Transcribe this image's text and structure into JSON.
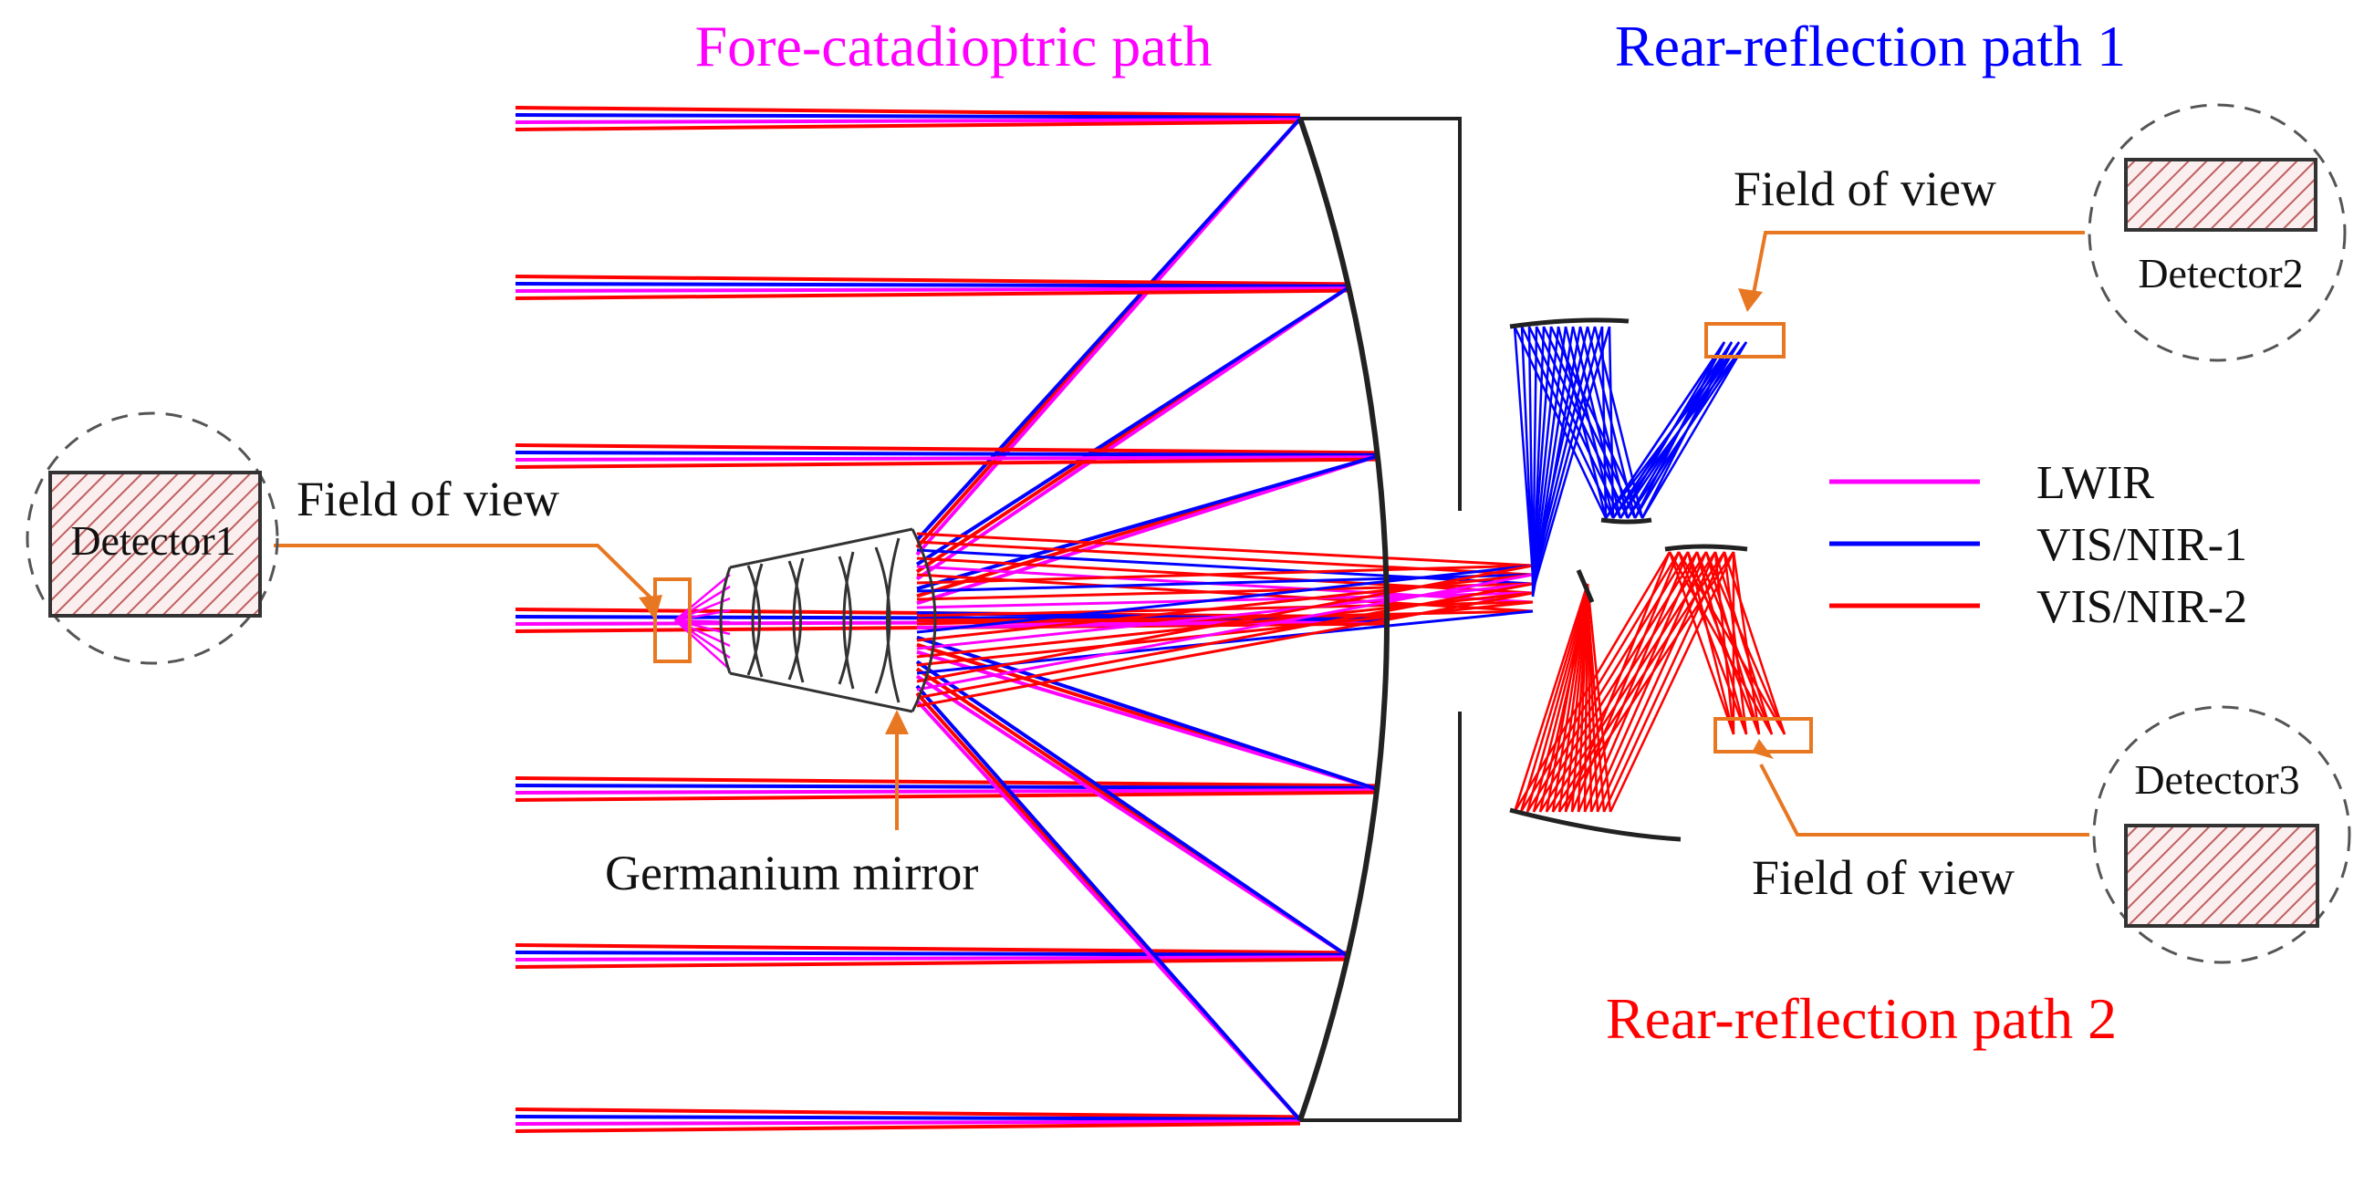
{
  "titles": {
    "fore": "Fore-catadioptric path",
    "rear1": "Rear-reflection path 1",
    "rear2": "Rear-reflection path 2"
  },
  "labels": {
    "fov_left": "Field of view",
    "fov_top": "Field of view",
    "fov_bottom": "Field of view",
    "germanium": "Germanium mirror"
  },
  "detectors": {
    "d1": "Detector1",
    "d2": "Detector2",
    "d3": "Detector3"
  },
  "legend": [
    {
      "label": "LWIR",
      "color": "#ff00ff"
    },
    {
      "label": "VIS/NIR-1",
      "color": "#0000ff"
    },
    {
      "label": "VIS/NIR-2",
      "color": "#ff0000"
    }
  ],
  "colors": {
    "lwir": "#ff00ff",
    "vis1": "#0000ff",
    "vis2": "#ff0000",
    "callout": "#e87722",
    "mirror": "#222222",
    "hatch": "#b04040"
  }
}
